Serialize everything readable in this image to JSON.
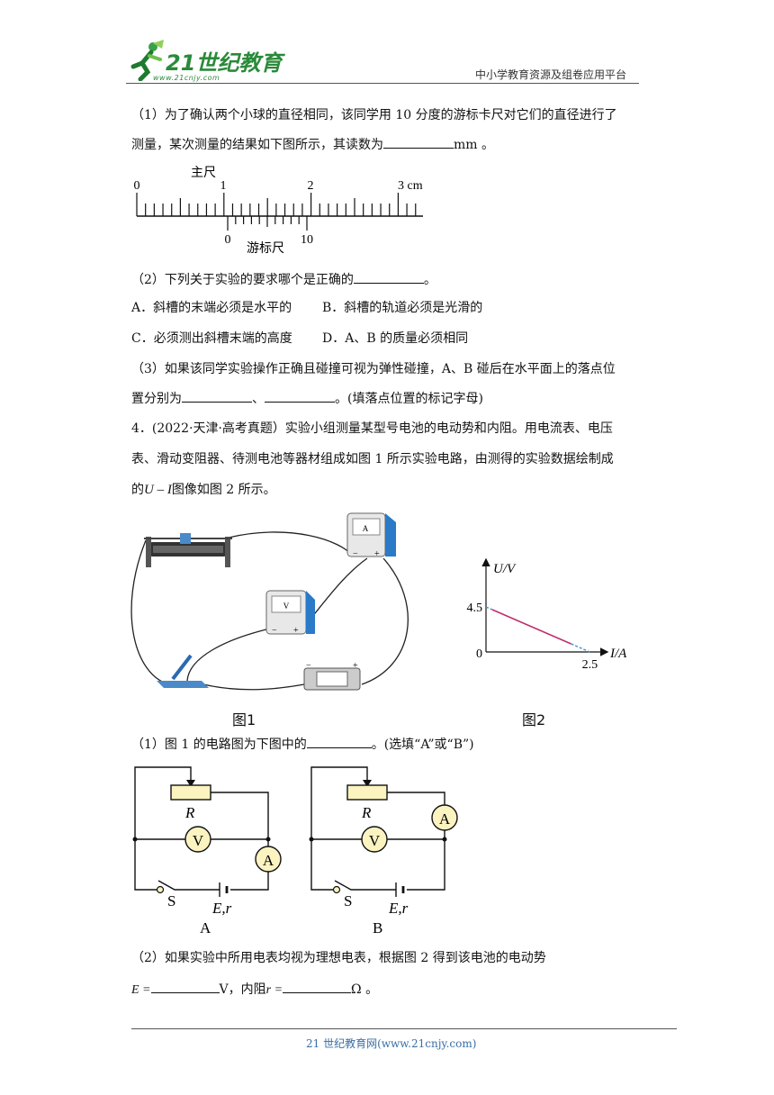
{
  "header": {
    "logo_text": "21世纪教育",
    "logo_url_text": "www.21cnjy.com",
    "platform": "中小学教育资源及组卷应用平台"
  },
  "q3": {
    "p1_line1": "（1）为了确认两个小球的直径相同，该同学用 10 分度的游标卡尺对它们的直径进行了",
    "p1_line2_pre": "测量，某次测量的结果如下图所示，其读数为",
    "p1_line2_post": "mm 。",
    "caliper": {
      "main_label": "主尺",
      "vernier_label": "游标尺",
      "main_ticks": [
        "0",
        "1",
        "2",
        "3 cm"
      ],
      "vernier_ticks": [
        "0",
        "10"
      ]
    },
    "p2_pre": "（2）下列关于实验的要求哪个是正确的",
    "p2_post": "。",
    "opt_a": "A．斜槽的末端必须是水平的",
    "opt_b": "B．斜槽的轨道必须是光滑的",
    "opt_c": "C．必须测出斜槽末端的高度",
    "opt_d": "D．A、B 的质量必须相同",
    "p3_line1": "（3）如果该同学实验操作正确且碰撞可视为弹性碰撞，A、B 碰后在水平面上的落点位",
    "p3_line2_pre": "置分别为",
    "p3_line2_mid": "、",
    "p3_line2_post": "。(填落点位置的标记字母)"
  },
  "q4": {
    "line1": "4．(2022·天津·高考真题）实验小组测量某型号电池的电动势和内阻。用电流表、电压",
    "line2": "表、滑动变阻器、待测电池等器材组成如图 1 所示实验电路，由测得的实验数据绘制成",
    "line3_pre": "的",
    "line3_math": "U – I",
    "line3_post": "图像如图 2 所示。",
    "fig1_label": "图1",
    "fig2_label": "图2",
    "fig1_meter_a": "A",
    "fig1_meter_v": "V",
    "fig1_minus": "−",
    "fig1_plus": "+",
    "sub1_pre": "（1）图 1 的电路图为下图中的",
    "sub1_post": "。(选填“A”或“B”)",
    "circuit_a": {
      "r_label": "R",
      "v_label": "V",
      "a_label": "A",
      "s_label": "S",
      "e_label": "E,r",
      "caption": "A"
    },
    "circuit_b": {
      "r_label": "R",
      "v_label": "V",
      "a_label": "A",
      "s_label": "S",
      "e_label": "E,r",
      "caption": "B"
    },
    "sub2_line1": "（2）如果实验中所用电表均视为理想电表，根据图 2 得到该电池的电动势",
    "sub2_e_pre": "E =",
    "sub2_e_post": "V，内阻",
    "sub2_r_pre": "r =",
    "sub2_r_post": "Ω 。"
  },
  "chart_data": {
    "type": "line",
    "xlabel": "I/A",
    "ylabel": "U/V",
    "x_ticks": [
      "0",
      "2.5"
    ],
    "y_ticks": [
      "4.5"
    ],
    "xlim": [
      0,
      2.5
    ],
    "ylim": [
      0,
      4.5
    ],
    "series": [
      {
        "x": [
          0,
          2.5
        ],
        "y": [
          4.5,
          0
        ]
      }
    ],
    "colors": {
      "line": "#c0306a",
      "extension": "#4a90c8"
    }
  },
  "footer": {
    "text": "21 世纪教育网(www.21cnjy.com)"
  }
}
